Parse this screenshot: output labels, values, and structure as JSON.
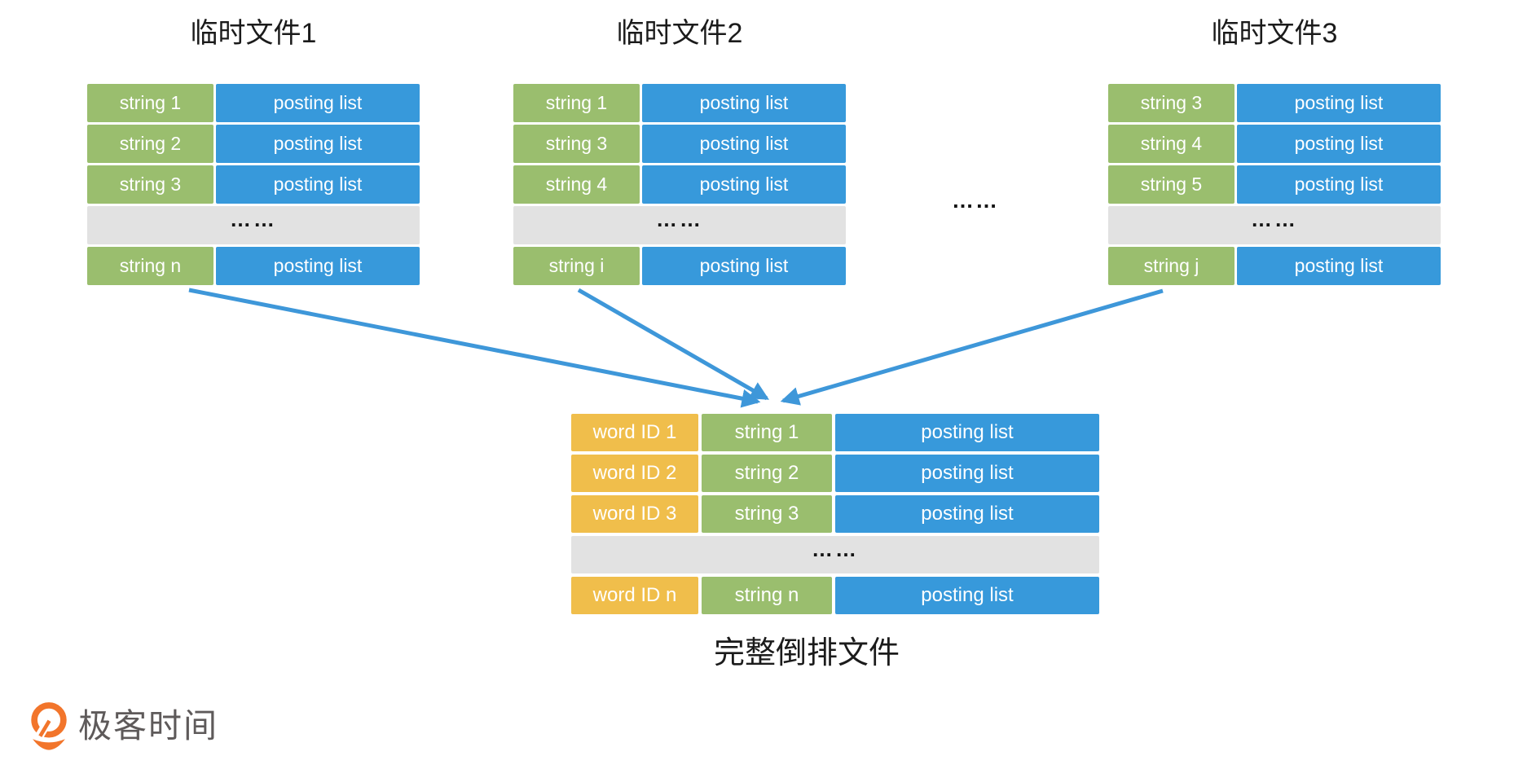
{
  "diagram": {
    "temp_files": [
      {
        "title": "临时文件1",
        "rows": [
          {
            "string": "string 1",
            "posting": "posting list"
          },
          {
            "string": "string 2",
            "posting": "posting list"
          },
          {
            "string": "string 3",
            "posting": "posting list"
          },
          {
            "ellipsis": "……"
          },
          {
            "string": "string n",
            "posting": "posting list"
          }
        ]
      },
      {
        "title": "临时文件2",
        "rows": [
          {
            "string": "string 1",
            "posting": "posting list"
          },
          {
            "string": "string 3",
            "posting": "posting list"
          },
          {
            "string": "string 4",
            "posting": "posting list"
          },
          {
            "ellipsis": "……"
          },
          {
            "string": "string i",
            "posting": "posting list"
          }
        ]
      },
      {
        "title": "临时文件3",
        "rows": [
          {
            "string": "string 3",
            "posting": "posting list"
          },
          {
            "string": "string 4",
            "posting": "posting list"
          },
          {
            "string": "string 5",
            "posting": "posting list"
          },
          {
            "ellipsis": "……"
          },
          {
            "string": "string j",
            "posting": "posting list"
          }
        ]
      }
    ],
    "between_files_ellipsis": "……",
    "merged_file": {
      "caption": "完整倒排文件",
      "rows": [
        {
          "word_id": "word ID 1",
          "string": "string 1",
          "posting": "posting list"
        },
        {
          "word_id": "word ID 2",
          "string": "string 2",
          "posting": "posting list"
        },
        {
          "word_id": "word ID 3",
          "string": "string 3",
          "posting": "posting list"
        },
        {
          "ellipsis": "……"
        },
        {
          "word_id": "word ID n",
          "string": "string n",
          "posting": "posting list"
        }
      ]
    },
    "colors": {
      "string_cell_green": "#9ABE6E",
      "posting_cell_blue": "#3799DB",
      "word_id_cell_yellow": "#F0BE4B",
      "ellipsis_row_gray": "#E2E2E2",
      "arrow_blue": "#3E97D9",
      "logo_orange": "#F2752B"
    }
  },
  "footer": {
    "logo_text": "极客时间"
  }
}
